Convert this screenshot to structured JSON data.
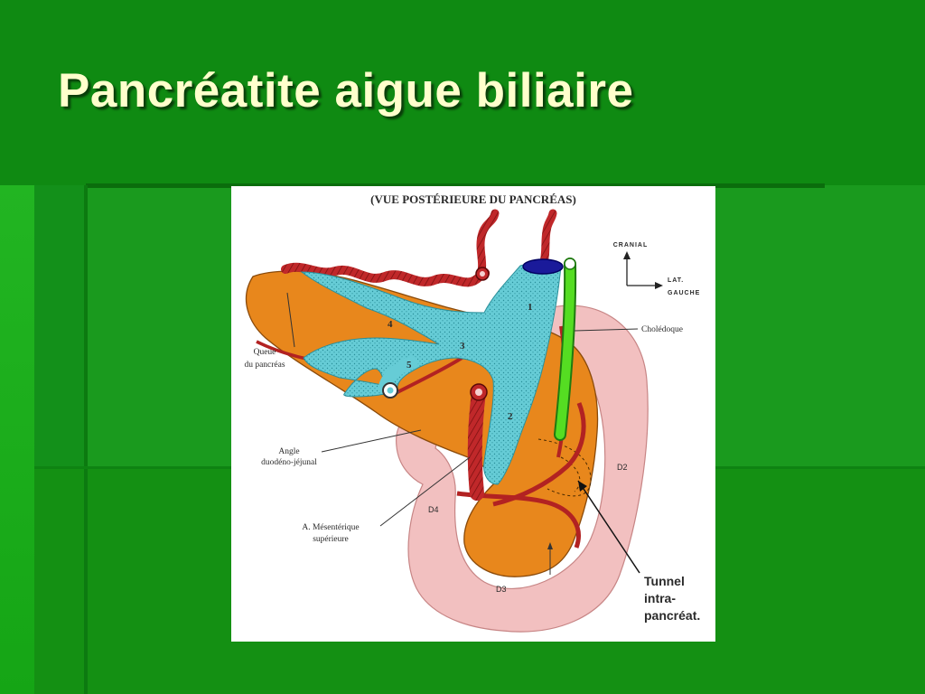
{
  "slide": {
    "title": "Pancréatite aigue biliaire"
  },
  "figure": {
    "header": "(VUE POSTÉRIEURE DU PANCRÉAS)",
    "compass": {
      "up": "CRANIAL",
      "right_line1": "LAT.",
      "right_line2": "GAUCHE"
    },
    "labels": {
      "queue_line1": "Queue",
      "queue_line2": "du pancréas",
      "choledoque": "Cholédoque",
      "angle_line1": "Angle",
      "angle_line2": "duodéno-jéjunal",
      "mesenterique_line1": "A. Mésentérique",
      "mesenterique_line2": "supérieure",
      "d2": "D2",
      "d3": "D3",
      "d4": "D4",
      "tunnel_line1": "Tunnel",
      "tunnel_line2": "intra-",
      "tunnel_line3": "pancréat."
    },
    "numbers": [
      "1",
      "2",
      "3",
      "4",
      "5"
    ],
    "colors": {
      "pancreas": "#e8871c",
      "duodenum": "#f2c0c0",
      "portal_vein": "#66ccd6",
      "artery": "#b22222",
      "bile_duct": "#55dd22"
    }
  }
}
